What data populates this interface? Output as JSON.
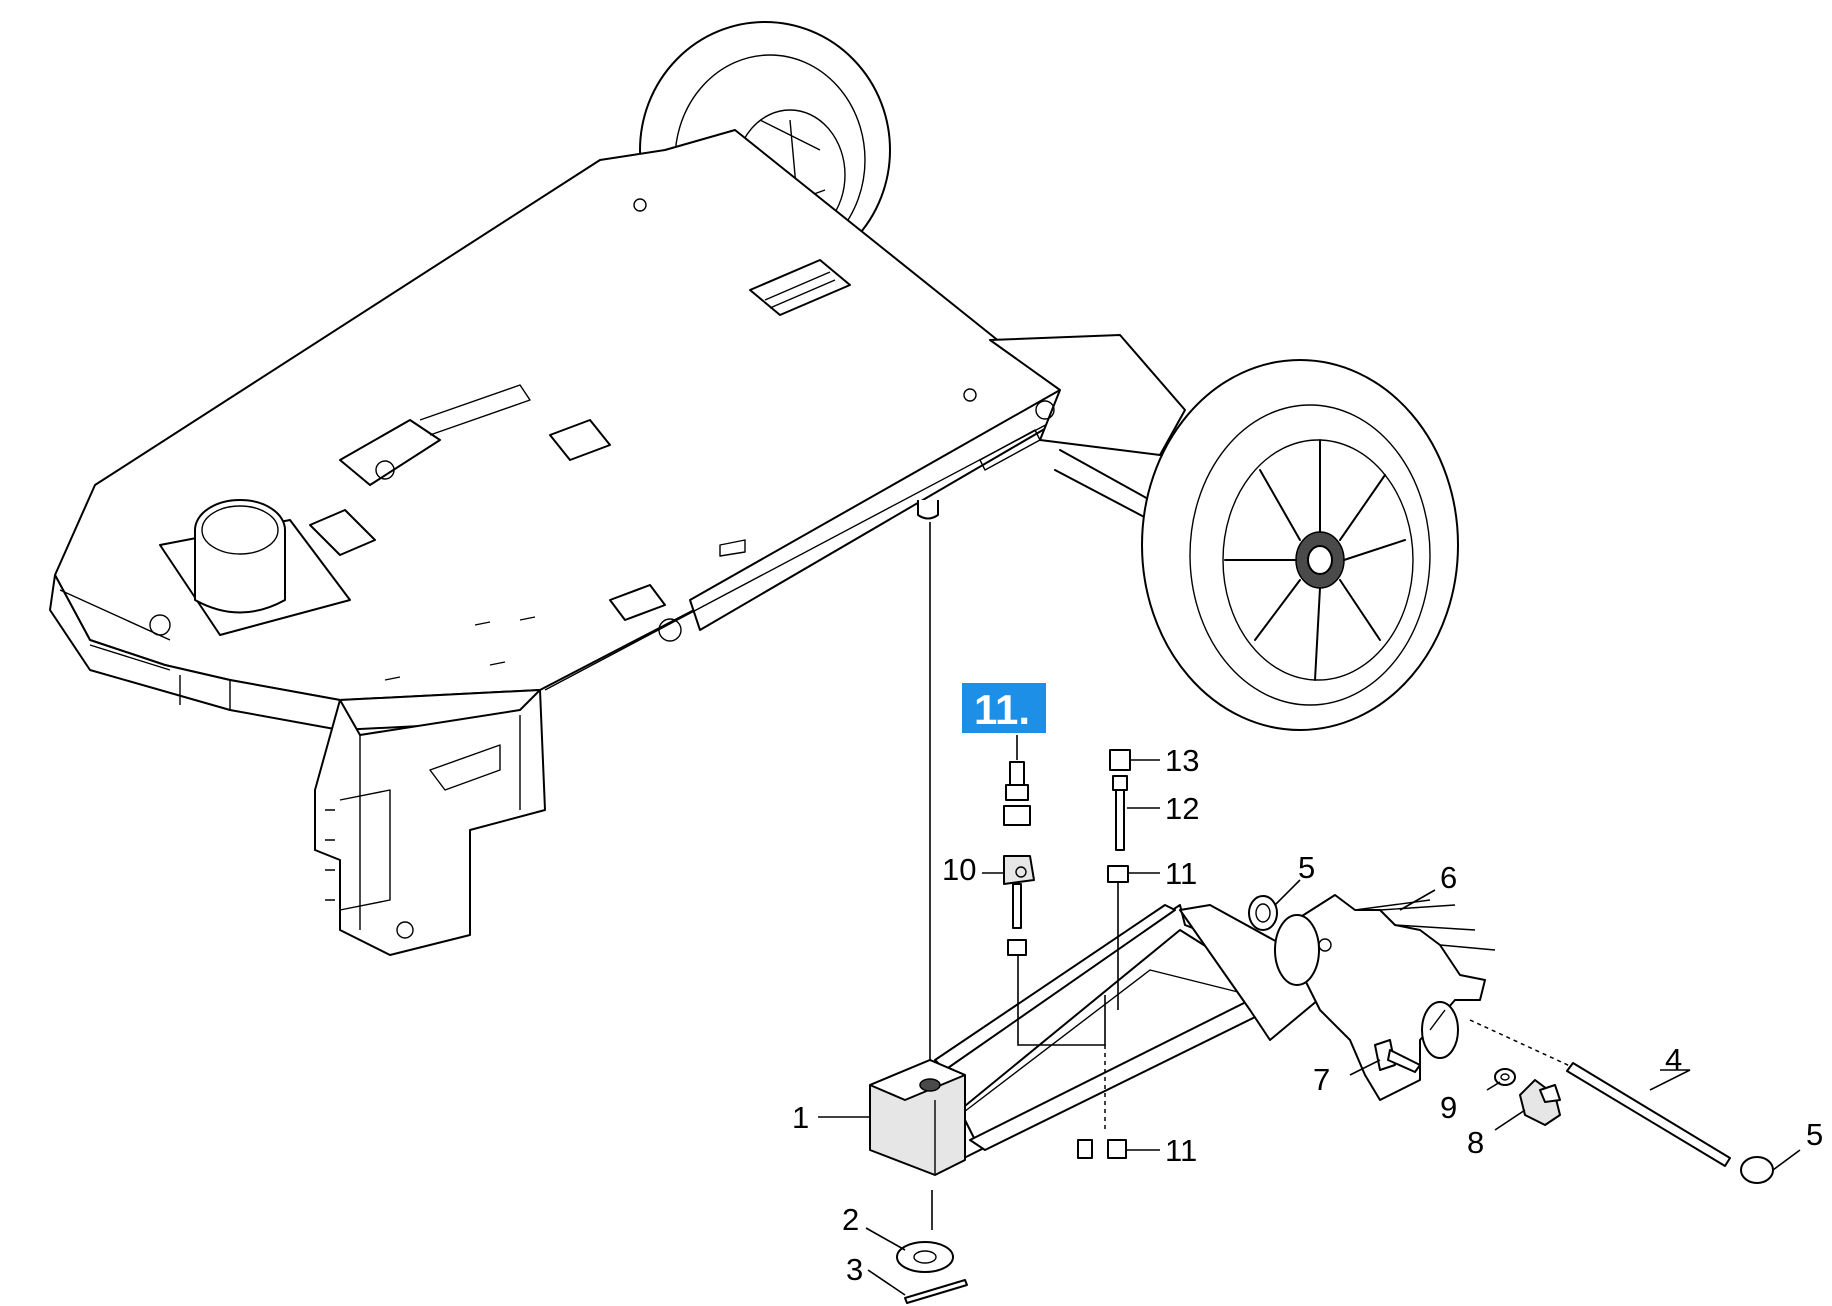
{
  "diagram": {
    "callouts": [
      {
        "id": "c1",
        "text": "1"
      },
      {
        "id": "c2",
        "text": "2"
      },
      {
        "id": "c3",
        "text": "3"
      },
      {
        "id": "c4",
        "text": "4"
      },
      {
        "id": "c5a",
        "text": "5"
      },
      {
        "id": "c5b",
        "text": "5"
      },
      {
        "id": "c6",
        "text": "6"
      },
      {
        "id": "c7",
        "text": "7"
      },
      {
        "id": "c8",
        "text": "8"
      },
      {
        "id": "c9",
        "text": "9"
      },
      {
        "id": "c10",
        "text": "10"
      },
      {
        "id": "c11a",
        "text": "11"
      },
      {
        "id": "c11b",
        "text": "11"
      },
      {
        "id": "c12",
        "text": "12"
      },
      {
        "id": "c13",
        "text": "13"
      }
    ],
    "highlight": {
      "text": "11.",
      "color": "#1e8fe6"
    }
  }
}
